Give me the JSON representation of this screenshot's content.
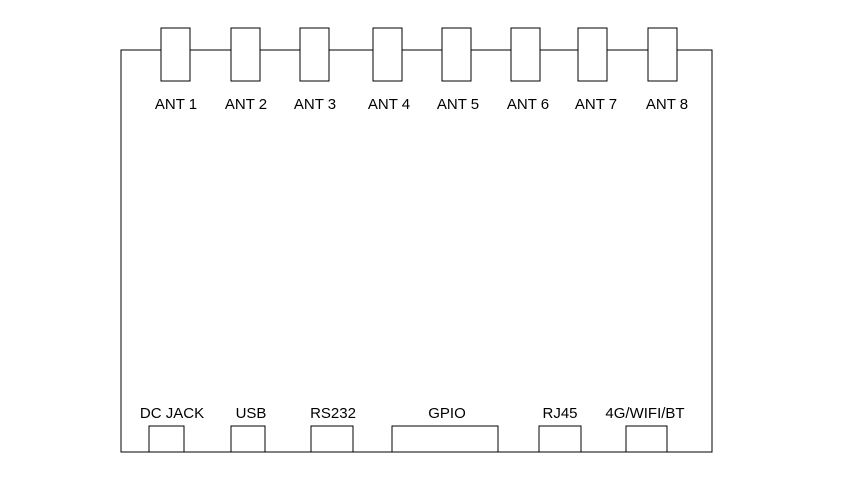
{
  "colors": {
    "stroke": "#000000",
    "background": "#ffffff",
    "text": "#000000"
  },
  "antennas": [
    {
      "label": "ANT 1"
    },
    {
      "label": "ANT 2"
    },
    {
      "label": "ANT 3"
    },
    {
      "label": "ANT 4"
    },
    {
      "label": "ANT 5"
    },
    {
      "label": "ANT 6"
    },
    {
      "label": "ANT 7"
    },
    {
      "label": "ANT 8"
    }
  ],
  "bottom_ports": [
    {
      "label": "DC JACK"
    },
    {
      "label": "USB"
    },
    {
      "label": "RS232"
    },
    {
      "label": "GPIO"
    },
    {
      "label": "RJ45"
    },
    {
      "label": "4G/WIFI/BT"
    }
  ]
}
